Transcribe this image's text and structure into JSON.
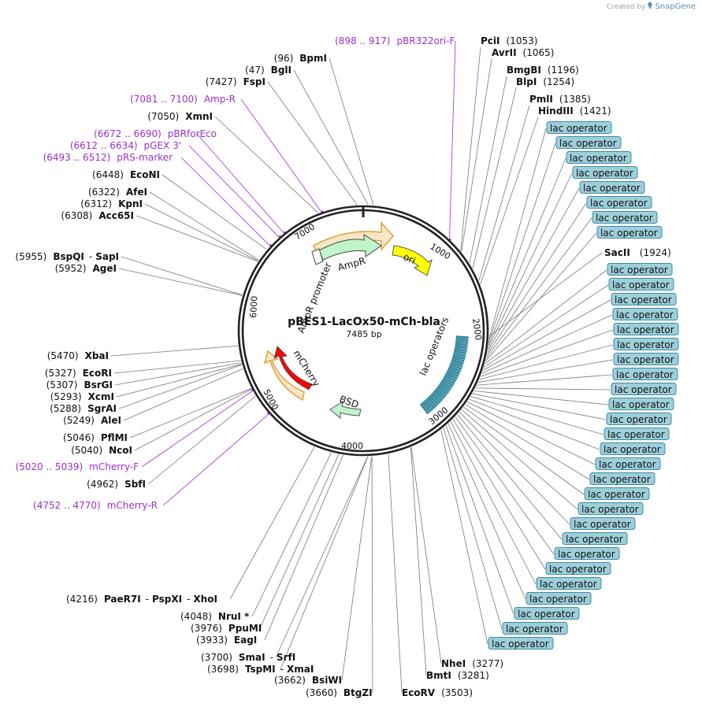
{
  "credit": {
    "prefix": "Created by",
    "brand": "SnapGene"
  },
  "plasmid": {
    "name": "pBES1-LacOx50-mCh-bla",
    "length_label": "7485 bp",
    "length": 7485
  },
  "ticks": [
    "1000",
    "2000",
    "3000",
    "4000",
    "5000",
    "6000",
    "7000"
  ],
  "colors": {
    "primer": "#9b2fcf",
    "operator_fill": "#9dcfdb",
    "operator_stroke": "#3b8ca0",
    "ampr": "#bff5c8",
    "ori": "#ffff00",
    "mcherry": "#ff0000",
    "bsd": "#bff5c8",
    "orange_outline": "#f0a030"
  },
  "features": {
    "ampr": "AmpR",
    "ampr_promoter": "AmpR promoter",
    "ori": "ori",
    "mcherry": "mCherry",
    "bsd": "BSD",
    "lac_operators": "lac operators"
  },
  "right_sites": [
    {
      "name": "PciI",
      "pos": "(1053)"
    },
    {
      "name": "AvrII",
      "pos": "(1065)"
    },
    {
      "name": "BmgBI",
      "pos": "(1196)"
    },
    {
      "name": "BlpI",
      "pos": "(1254)"
    },
    {
      "name": "PmlI",
      "pos": "(1385)"
    },
    {
      "name": "HindIII",
      "pos": "(1421)"
    },
    {
      "name": "SacII",
      "pos": "(1924)"
    }
  ],
  "bottom_sites": [
    {
      "name": "NheI",
      "pos": "(3277)"
    },
    {
      "name": "BmtI",
      "pos": "(3281)"
    },
    {
      "name": "EcoRV",
      "pos": "(3503)"
    },
    {
      "name": "BtgZI",
      "pos": "(3660)"
    },
    {
      "name": "BsiWI",
      "pos": "(3662)"
    },
    {
      "name": "TspMI",
      "name2": "XmaI",
      "pos": "(3698)"
    },
    {
      "name": "SmaI",
      "name2": "SrfI",
      "pos": "(3700)"
    },
    {
      "name": "EagI",
      "pos": "(3933)"
    },
    {
      "name": "PpuMI",
      "pos": "(3976)"
    },
    {
      "name": "NruI *",
      "pos": "(4048)"
    },
    {
      "name": "PaeR7I",
      "name2": "PspXI",
      "name3": "XhoI",
      "pos": "(4216)"
    }
  ],
  "left_sites": [
    {
      "name": "SbfI",
      "pos": "(4962)"
    },
    {
      "name": "NcoI",
      "pos": "(5040)"
    },
    {
      "name": "PflMI",
      "pos": "(5046)"
    },
    {
      "name": "AleI",
      "pos": "(5249)"
    },
    {
      "name": "SgrAI",
      "pos": "(5288)"
    },
    {
      "name": "XcmI",
      "pos": "(5293)"
    },
    {
      "name": "BsrGI",
      "pos": "(5307)"
    },
    {
      "name": "EcoRI",
      "pos": "(5327)"
    },
    {
      "name": "XbaI",
      "pos": "(5470)"
    },
    {
      "name": "AgeI",
      "pos": "(5952)"
    },
    {
      "name": "BspQI",
      "name2": "SapI",
      "pos": "(5955)"
    },
    {
      "name": "Acc65I",
      "pos": "(6308)"
    },
    {
      "name": "KpnI",
      "pos": "(6312)"
    },
    {
      "name": "AfeI",
      "pos": "(6322)"
    },
    {
      "name": "EcoNI",
      "pos": "(6448)"
    },
    {
      "name": "XmnI",
      "pos": "(7050)"
    },
    {
      "name": "FspI",
      "pos": "(7427)"
    },
    {
      "name": "BglI",
      "pos": "(47)"
    },
    {
      "name": "BpmI",
      "pos": "(96)"
    }
  ],
  "primers": [
    {
      "name": "pBR322ori-F",
      "range": "(898 .. 917)"
    },
    {
      "name": "Amp-R",
      "range": "(7081 .. 7100)"
    },
    {
      "name": "pBRforEco",
      "range": "(6672 .. 6690)"
    },
    {
      "name": "pGEX 3'",
      "range": "(6612 .. 6634)"
    },
    {
      "name": "pRS-marker",
      "range": "(6493 .. 6512)"
    },
    {
      "name": "mCherry-F",
      "range": "(5020 .. 5039)"
    },
    {
      "name": "mCherry-R",
      "range": "(4752 .. 4770)"
    }
  ],
  "lac_operator_label": "lac operator",
  "lac_operator_count": 36
}
